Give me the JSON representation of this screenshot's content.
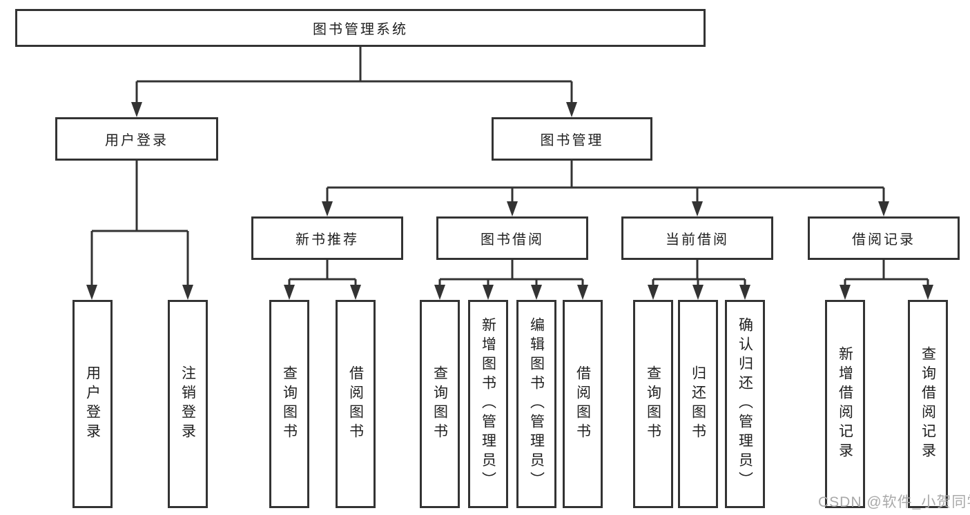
{
  "diagram": {
    "root": "图书管理系统",
    "level2": {
      "user_login": "用户登录",
      "book_mgmt": "图书管理"
    },
    "level3": {
      "new_book": "新书推荐",
      "borrow": "图书借阅",
      "current": "当前借阅",
      "record": "借阅记录"
    },
    "leaves": {
      "user_login": [
        "用户登录",
        "注销登录"
      ],
      "new_book": [
        "查询图书",
        "借阅图书"
      ],
      "borrow": [
        "查询图书",
        "新增图书（管理员）",
        "编辑图书（管理员）",
        "借阅图书"
      ],
      "current": [
        "查询图书",
        "归还图书",
        "确认归还（管理员）"
      ],
      "record": [
        "新增借阅记录",
        "查询借阅记录"
      ]
    }
  },
  "watermark": "CSDN @软件_小贺同学",
  "colors": {
    "line": "#333333",
    "text": "#1f1f1f",
    "watermark": "#a9a9a9",
    "background": "#ffffff"
  }
}
